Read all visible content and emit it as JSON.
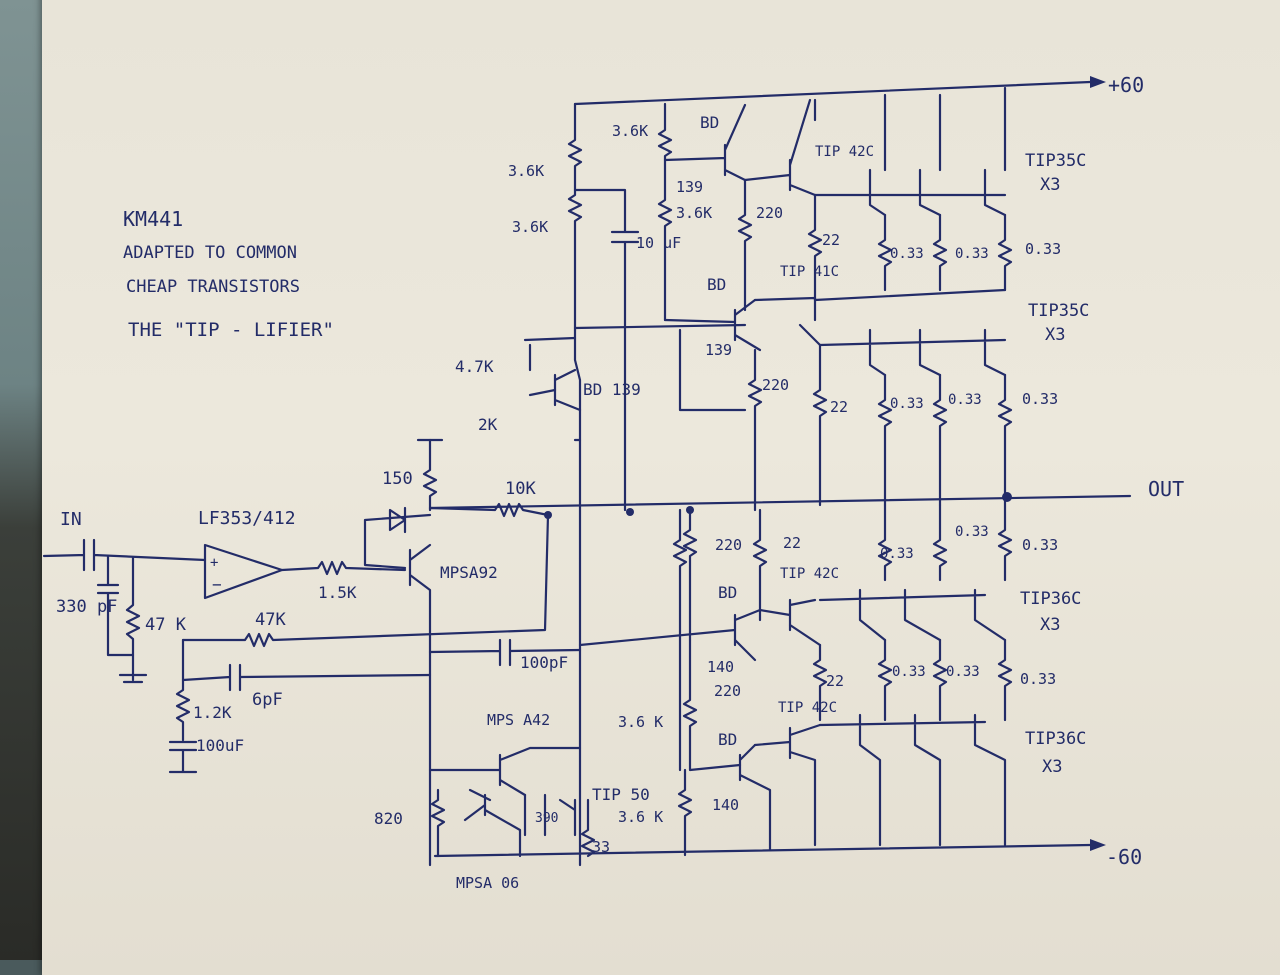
{
  "title_block": {
    "line1": "KM441",
    "line2": "ADAPTED TO COMMON",
    "line3": "CHEAP TRANSISTORS",
    "line4": "THE \"TIP - LIFIER\""
  },
  "rails": {
    "pos": "+60",
    "neg": "-60",
    "out": "OUT",
    "in": "IN"
  },
  "labels": {
    "opamp": "LF353/412",
    "r_in_cap": "330 pF",
    "r_in": "47 K",
    "r_15k": "1.5K",
    "r_47k": "47K",
    "c_6pf": "6pF",
    "r_1k2": "1.2K",
    "c_100uf": "100uF",
    "mpsa92": "MPSA92",
    "r_150": "150",
    "r_10k": "10K",
    "c_100pf": "100pF",
    "r_4k7": "4.7K",
    "r_2k": "2K",
    "bd139_vbe": "BD 139",
    "r_3k6_a": "3.6K",
    "r_3k6_b": "3.6K",
    "r_3k6_c": "3.6K",
    "r_3k6_d": "3.6K",
    "r_3k6_e": "3.6 K",
    "r_3k6_f": "3.6 K",
    "c_10uf": "10 uF",
    "bd_top1": "BD",
    "bd_top1_num": "139",
    "bd_top2": "BD",
    "bd_top2_num": "139",
    "tip42c_1": "TIP 42C",
    "tip41c": "TIP 41C",
    "tip35c_1": "TIP35C",
    "tip35c_1x": "X3",
    "tip35c_2": "TIP35C",
    "tip35c_2x": "X3",
    "tip36c_1": "TIP36C",
    "tip36c_1x": "X3",
    "tip36c_2": "TIP36C",
    "tip36c_2x": "X3",
    "r_220": "220",
    "r_22": "22",
    "r_033": "0.33",
    "bd140_1": "BD",
    "bd140_1n": "140",
    "bd140_2": "BD",
    "bd140_2n": "140",
    "tip42c_2": "TIP 42C",
    "tip42c_3": "TIP 42C",
    "mpsa42": "MPS A42",
    "tip50": "TIP 50",
    "r_820": "820",
    "r_390": "390",
    "r_33": "33",
    "mpsa06": "MPSA 06"
  }
}
